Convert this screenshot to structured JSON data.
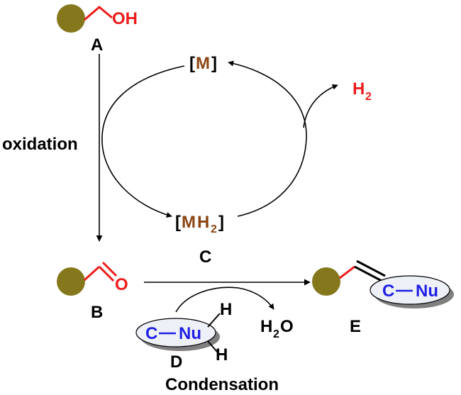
{
  "labels": {
    "A": "A",
    "B": "B",
    "C": "C",
    "D": "D",
    "E": "E",
    "oxidation": "oxidation",
    "condensation": "Condensation"
  },
  "groups": {
    "hydroxyl": "OH",
    "oxygen": "O",
    "hydrogen": "H",
    "carbon": "C",
    "nucleophile": "Nu",
    "water_h": "H",
    "water_sub": "2",
    "water_o": "O",
    "h2_h": "H",
    "h2_sub": "2"
  },
  "catalyst": {
    "open": "[",
    "metal": "M",
    "close": "]",
    "h": "H",
    "h_sub": "2"
  },
  "colors": {
    "support_bead": "#85781c",
    "bond_red": "#ee1c1c",
    "nucleophile_blue": "#1f1fe6",
    "metal_brown": "#8b4513",
    "shadow": "#7f7f7f",
    "ellipse_fill": "#eef0f8"
  }
}
